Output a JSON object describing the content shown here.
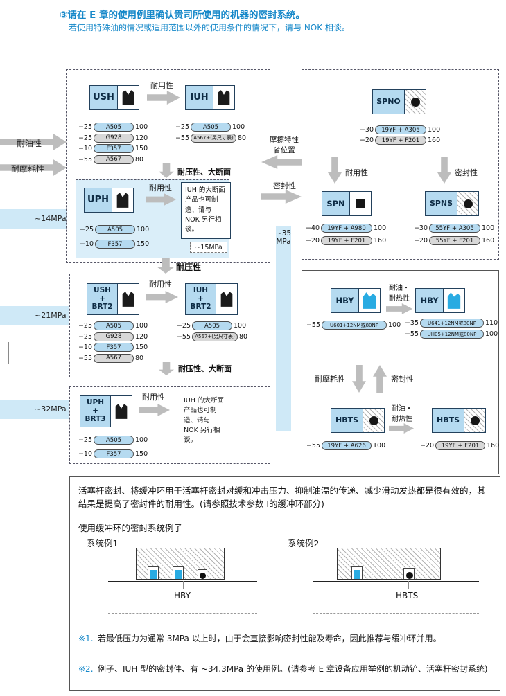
{
  "colors": {
    "accent_blue": "#1688c9",
    "box_fill": "#b5daf0",
    "pill_gray": "#d8d8d8",
    "band_blue": "#cfe9f7",
    "arrow_gray": "#bdbdbd",
    "hby_blue": "#29abe2",
    "uph_area": "#daeef9"
  },
  "header": {
    "line1": "③请在 E 章的使用例里确认贵司所使用的机器的密封系统。",
    "line2": "若使用特殊油的情况或适用范围以外的使用条件的情况下，请与 NOK 相谈。"
  },
  "left_labels": {
    "oil": "耐油性",
    "wear": "耐摩耗性",
    "mpa14": "~14MPa",
    "mpa21": "~21MPa",
    "mpa32": "~32MPa"
  },
  "middle": {
    "friction": "摩擦特性\n省位置",
    "sealing": "密封性",
    "mpa35": "~35\nMPa"
  },
  "box1": {
    "ush_label": "USH",
    "iuh_label": "IUH",
    "durability1": "耐用性",
    "ush_rows": [
      {
        "min": "−25",
        "part": "A505",
        "max": "100"
      },
      {
        "min": "−25",
        "part": "G928",
        "max": "120"
      },
      {
        "min": "−10",
        "part": "F357",
        "max": "150"
      },
      {
        "min": "−55",
        "part": "A567",
        "max": "80"
      }
    ],
    "iuh_rows": [
      {
        "min": "−25",
        "part": "A505",
        "max": "100"
      },
      {
        "min": "−55",
        "part": "A567+(另尺寸表)",
        "max": "80"
      }
    ],
    "pressure_big": "耐压性、大断面",
    "uph_label": "UPH",
    "durability2": "耐用性",
    "note": "IUH 的大断面产品也可制造、请与 NOK 另行相谈。",
    "mpa15": "~15MPa",
    "uph_rows": [
      {
        "min": "−25",
        "part": "A505",
        "max": "100"
      },
      {
        "min": "−10",
        "part": "F357",
        "max": "150"
      }
    ],
    "pressure_below": "耐压性"
  },
  "box2": {
    "spno_label": "SPNO",
    "spno_rows": [
      {
        "min": "−30",
        "part": "19YF + A305",
        "max": "100"
      },
      {
        "min": "−20",
        "part": "19YF + F201",
        "max": "160"
      }
    ],
    "durability": "耐用性",
    "sealing": "密封性",
    "spn_label": "SPN",
    "spn_rows": [
      {
        "min": "−40",
        "part": "19YF + A980",
        "max": "100"
      },
      {
        "min": "−20",
        "part": "19YF + F201",
        "max": "160"
      }
    ],
    "spns_label": "SPNS",
    "spns_rows": [
      {
        "min": "−30",
        "part": "55YF + A305",
        "max": "100"
      },
      {
        "min": "−20",
        "part": "55YF + F201",
        "max": "160"
      }
    ]
  },
  "box3": {
    "left_label": "USH\n+\nBRT2",
    "right_label": "IUH\n+\nBRT2",
    "durability": "耐用性",
    "left_rows": [
      {
        "min": "−25",
        "part": "A505",
        "max": "100"
      },
      {
        "min": "−25",
        "part": "G928",
        "max": "120"
      },
      {
        "min": "−10",
        "part": "F357",
        "max": "150"
      },
      {
        "min": "−55",
        "part": "A567",
        "max": "80"
      }
    ],
    "right_rows": [
      {
        "min": "−25",
        "part": "A505",
        "max": "100"
      },
      {
        "min": "−55",
        "part": "A567+(另尺寸表)",
        "max": "80"
      }
    ],
    "pressure_big": "耐压性、大断面"
  },
  "box4": {
    "label": "UPH\n+\nBRT3",
    "durability": "耐用性",
    "note": "IUH 的大断面产品也可制造、请与 NOK 另行相谈。",
    "rows": [
      {
        "min": "−25",
        "part": "A505",
        "max": "100"
      },
      {
        "min": "−10",
        "part": "F357",
        "max": "150"
      }
    ]
  },
  "box5": {
    "hby_left_label": "HBY",
    "hby_right_label": "HBY",
    "oil_heat1": "耐油・\n耐热性",
    "oil_heat2": "耐油・\n耐热性",
    "wear": "耐摩耗性",
    "sealing": "密封性",
    "hbts_left_label": "HBTS",
    "hbts_right_label": "HBTS",
    "hby_left_rows": [
      {
        "min": "−55",
        "part": "U601+12NM或80NP",
        "max": "100"
      }
    ],
    "hby_right_rows": [
      {
        "min": "−35",
        "part": "U641+12NM或80NP",
        "max": "110"
      },
      {
        "min": "−55",
        "part": "UH05+12NM或80NP",
        "max": "100"
      }
    ],
    "hbts_left_rows": [
      {
        "min": "−55",
        "part": "19YF + A626",
        "max": "100"
      }
    ],
    "hbts_right_rows": [
      {
        "min": "−20",
        "part": "19YF + F201",
        "max": "160"
      }
    ]
  },
  "bottom": {
    "para": "活塞杆密封、将缓冲环用于活塞杆密封对缓和冲击压力、抑制油温的传递、减少滑动发热都是很有效的，其结果是提高了密封件的耐用性。(请参照技术参数 I的缓冲环部分)",
    "example_title": "使用缓冲环的密封系统例子",
    "example1": "系统例1",
    "example2": "系统例2",
    "hby": "HBY",
    "hbts": "HBTS",
    "note1_marker": "※1.",
    "note1_text": "若最低压力为通常 3MPa 以上时，由于会直接影响密封性能及寿命，因此推荐与缓冲环并用。",
    "note2_marker": "※2.",
    "note2_text": "例子、IUH 型的密封件、有 ~34.3MPa 的使用例。(请参考 E 章设备应用举例的机动铲、活塞杆密封系统)"
  }
}
